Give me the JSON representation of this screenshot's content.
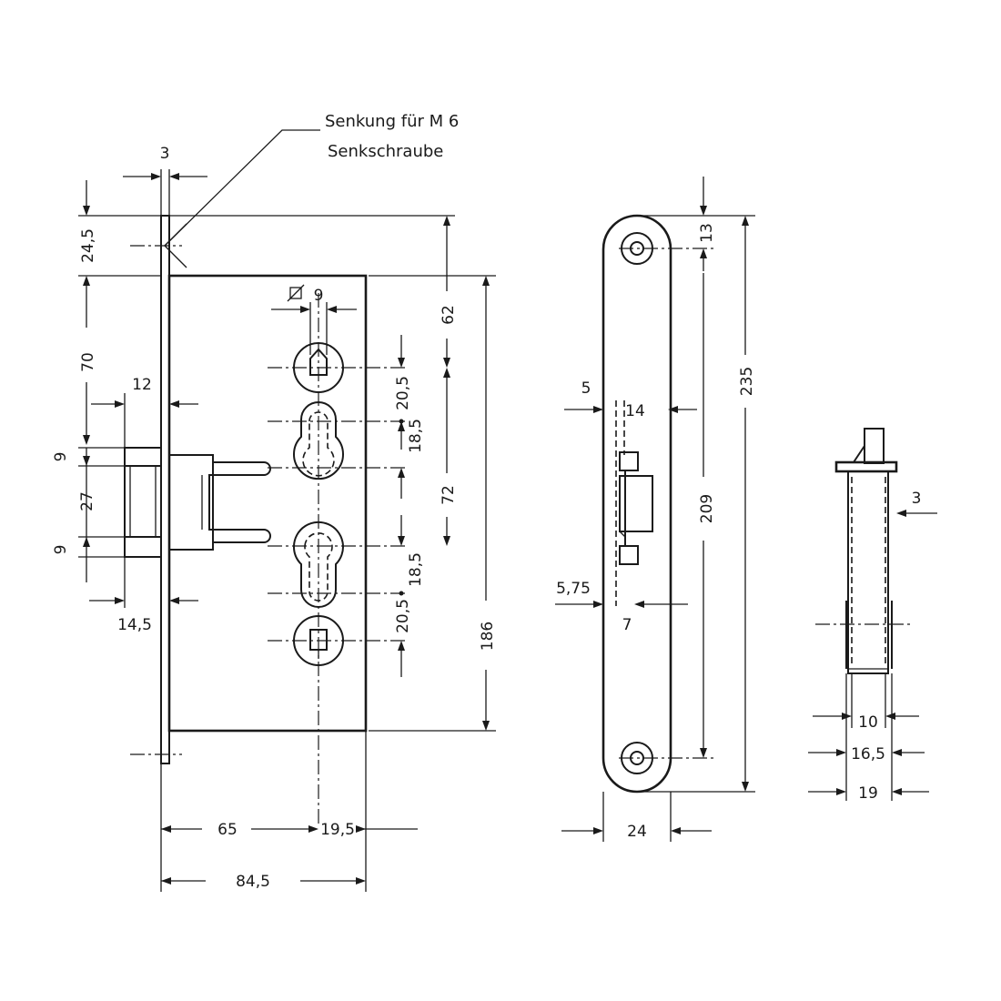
{
  "annotations": {
    "note_line1": "Senkung für M 6",
    "note_line2": "Senkschraube"
  },
  "front_view": {
    "faceplate_thickness": "3",
    "top_offset": "24,5",
    "faceplate_to_spindle": "70",
    "spindle_from_top": "62",
    "spindle_to_cylinder_upper": "20,5",
    "cylinder_upper_offset": "18,5",
    "spindle_distance": "72",
    "cylinder_lower_offset": "18,5",
    "spindle_to_cylinder_lower": "20,5",
    "case_height": "186",
    "latch_width": "12",
    "latch_top": "9",
    "latch_height": "27",
    "latch_bottom": "9",
    "latch_projection": "14,5",
    "square_size": "9",
    "backset": "65",
    "backset_remainder": "19,5",
    "case_depth": "84,5"
  },
  "strike_plate": {
    "plate_length": "235",
    "screw_offset": "13",
    "screw_distance": "209",
    "opening_offset": "5",
    "opening_width": "14",
    "lower_offset": "5,75",
    "lower_width": "7",
    "plate_width": "24"
  },
  "side_view": {
    "plate_thickness": "3",
    "width_inner": "10",
    "width_middle": "16,5",
    "width_outer": "19"
  }
}
